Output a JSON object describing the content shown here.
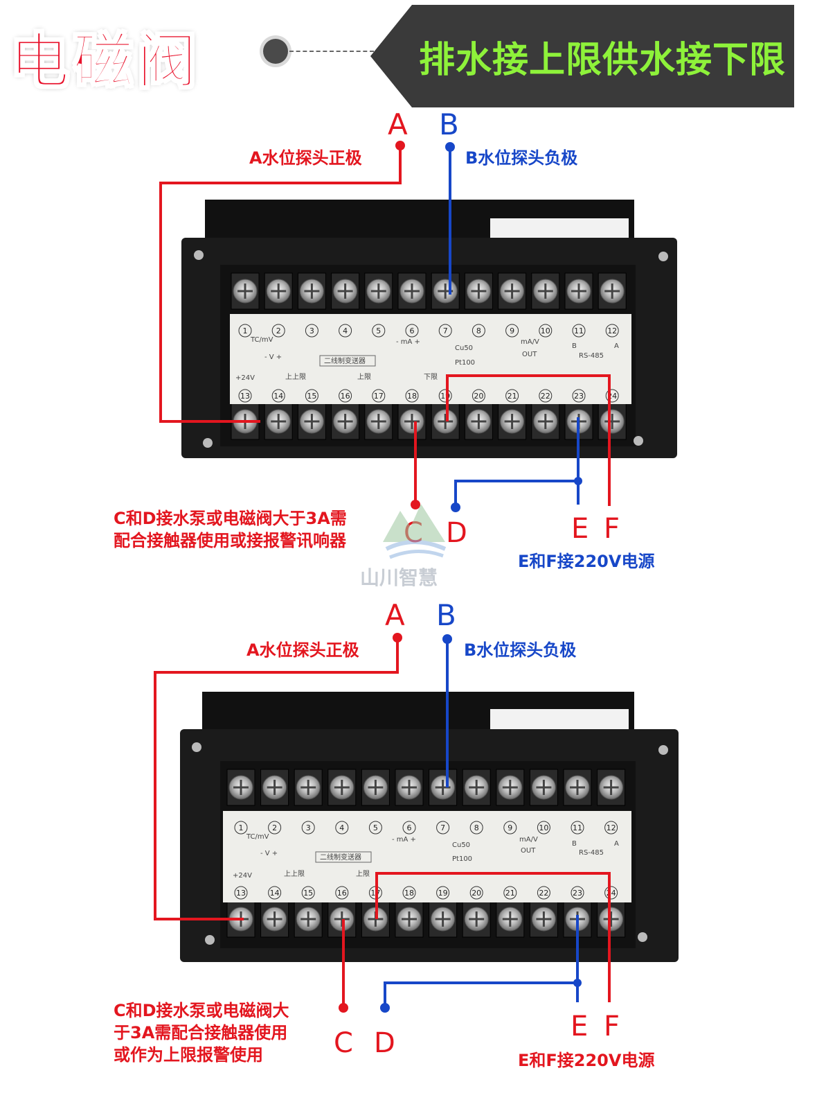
{
  "title": "电磁阀",
  "banner": "排水接上限供水接下限",
  "watermark": "山川智慧",
  "colors": {
    "red": "#e3161f",
    "blue": "#1747c8",
    "device": "#1c1c1c",
    "green_text": "#8ef23a"
  },
  "terminal_top_labels": [
    "1",
    "2",
    "3",
    "4",
    "5",
    "6",
    "7",
    "8",
    "9",
    "10",
    "11",
    "12"
  ],
  "terminal_bottom_labels": [
    "13",
    "14",
    "15",
    "16",
    "17",
    "18",
    "19",
    "20",
    "21",
    "22",
    "23",
    "24"
  ],
  "panel_text": {
    "tc": "TC/mV",
    "v": "- V +",
    "ma": "- mA +",
    "cu50": "Cu50",
    "pt100": "Pt100",
    "transmitter": "二线制变送器",
    "ma_v": "mA/V",
    "out": "OUT",
    "b": "B",
    "a": "A",
    "rs485": "RS-485",
    "v24": "+24V",
    "upper_upper": "上上限",
    "upper": "上限",
    "lower": "下限"
  },
  "diagram1": {
    "A": "A",
    "B": "B",
    "C": "C",
    "D": "D",
    "E": "E",
    "F": "F",
    "a_label": "A水位探头正极",
    "b_label": "B水位探头负极",
    "cd_line1": "C和D接水泵或电磁阀大于3A需",
    "cd_line2": "配合接触器使用或接报警讯响器",
    "ef_label": "E和F接220V电源"
  },
  "diagram2": {
    "A": "A",
    "B": "B",
    "C": "C",
    "D": "D",
    "E": "E",
    "F": "F",
    "a_label": "A水位探头正极",
    "b_label": "B水位探头负极",
    "cd_line1": "C和D接水泵或电磁阀大",
    "cd_line2": "于3A需配合接触器使用",
    "cd_line3": "或作为上限报警使用",
    "ef_label": "E和F接220V电源"
  }
}
